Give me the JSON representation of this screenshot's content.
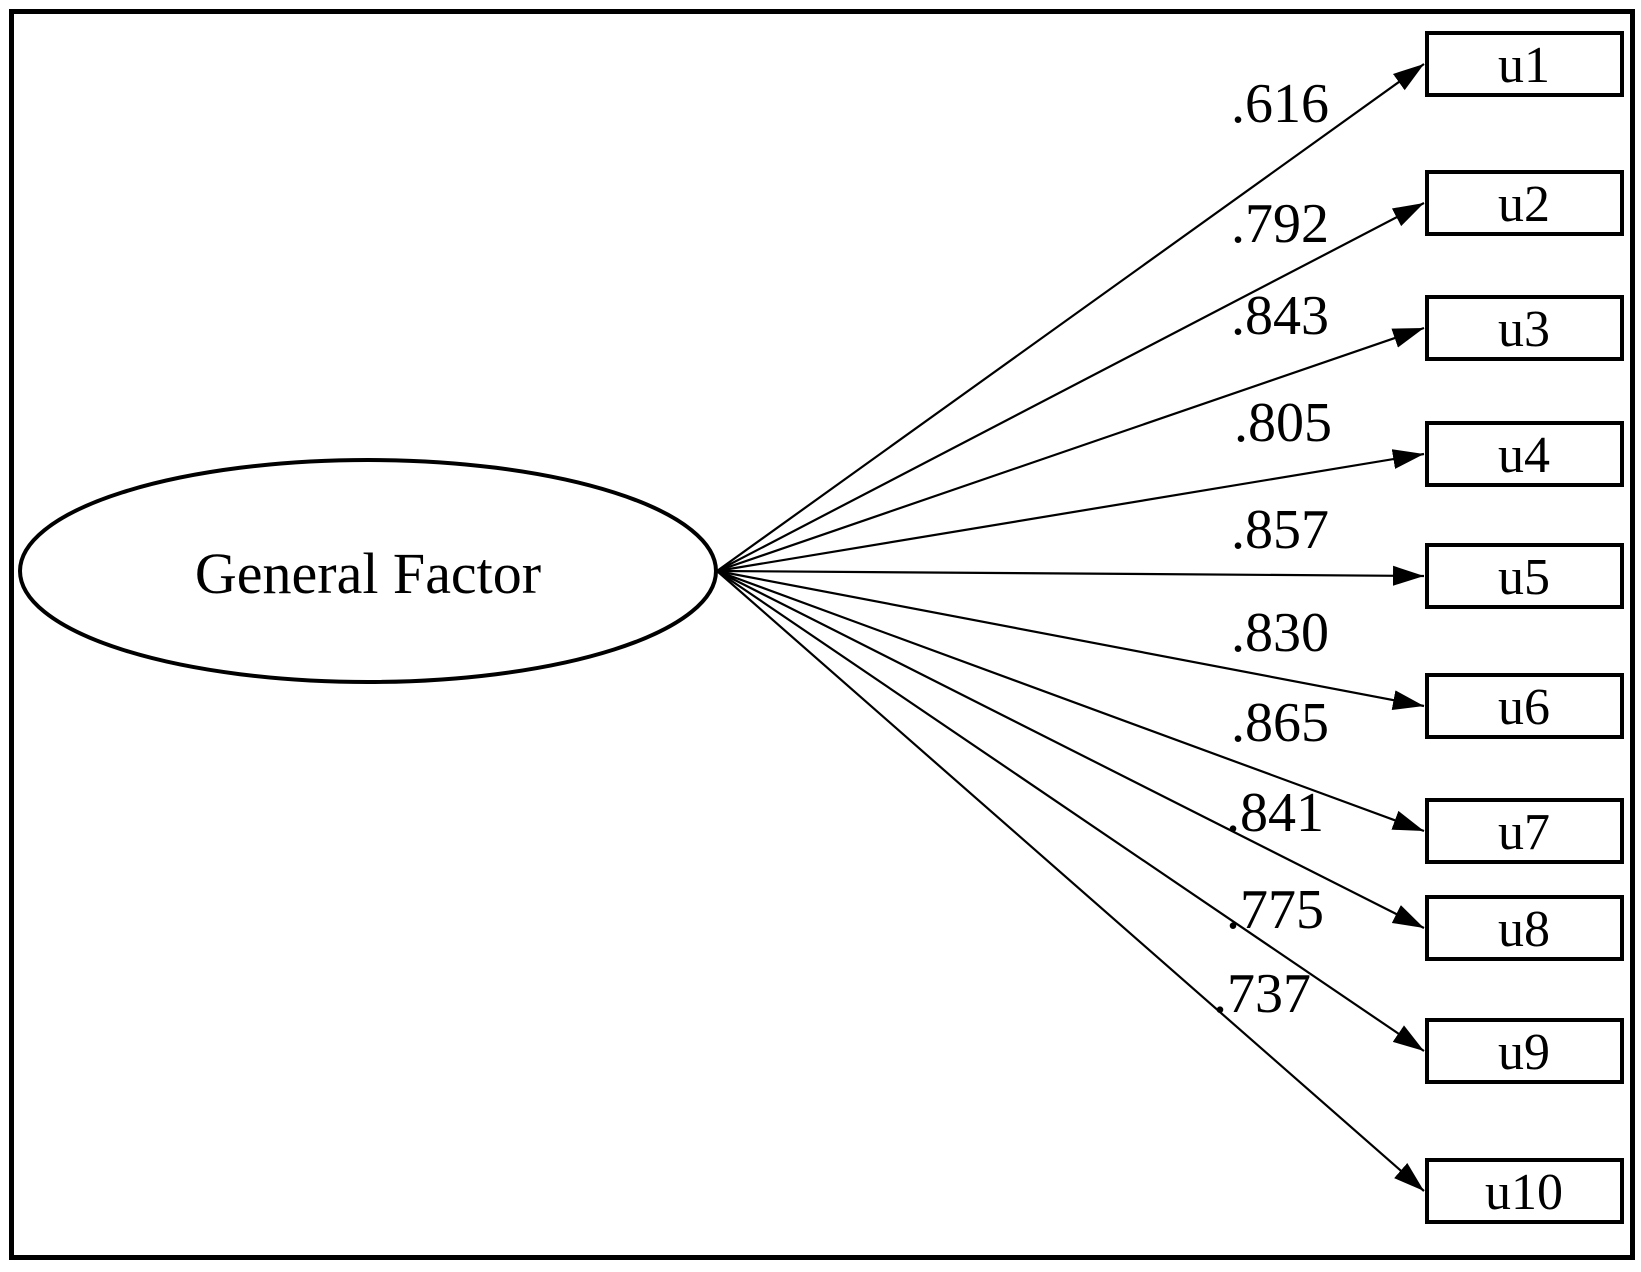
{
  "diagram": {
    "factor": {
      "label": "General Factor"
    },
    "nodes": [
      {
        "id": "u1",
        "label": "u1",
        "loading": ".616"
      },
      {
        "id": "u2",
        "label": "u2",
        "loading": ".792"
      },
      {
        "id": "u3",
        "label": "u3",
        "loading": ".843"
      },
      {
        "id": "u4",
        "label": "u4",
        "loading": ".805"
      },
      {
        "id": "u5",
        "label": "u5",
        "loading": ".857"
      },
      {
        "id": "u6",
        "label": "u6",
        "loading": ".830"
      },
      {
        "id": "u7",
        "label": "u7",
        "loading": ".865"
      },
      {
        "id": "u8",
        "label": "u8",
        "loading": ".841"
      },
      {
        "id": "u9",
        "label": "u9",
        "loading": ".775"
      },
      {
        "id": "u10",
        "label": "u10",
        "loading": ".737"
      }
    ],
    "colors": {
      "ink": "#000000",
      "background": "#ffffff"
    }
  }
}
